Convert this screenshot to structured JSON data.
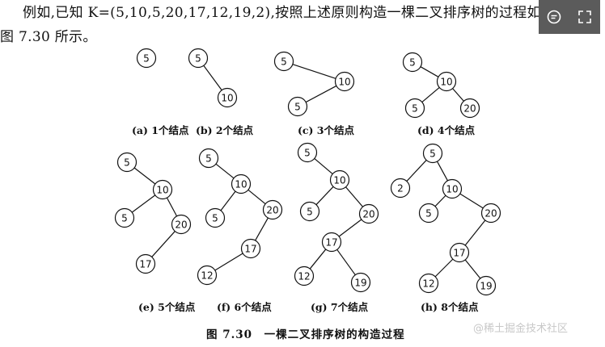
{
  "intro": {
    "line1": "例如,已知 K=(5,10,5,20,17,12,19,2),按照上述原则构造一棵二叉排序树的过程如",
    "line2": "图 7.30 所示。"
  },
  "subfigures": [
    {
      "id": "a",
      "label": "(a) 1个结点",
      "nodes": [
        {
          "v": "5"
        }
      ]
    },
    {
      "id": "b",
      "label": "(b) 2个结点",
      "nodes": [
        {
          "v": "5"
        },
        {
          "v": "10"
        }
      ]
    },
    {
      "id": "c",
      "label": "(c) 3个结点",
      "nodes": [
        {
          "v": "5"
        },
        {
          "v": "10"
        },
        {
          "v": "5"
        }
      ]
    },
    {
      "id": "d",
      "label": "(d) 4个结点",
      "nodes": [
        {
          "v": "5"
        },
        {
          "v": "10"
        },
        {
          "v": "5"
        },
        {
          "v": "20"
        }
      ]
    },
    {
      "id": "e",
      "label": "(e) 5个结点",
      "nodes": [
        {
          "v": "5"
        },
        {
          "v": "10"
        },
        {
          "v": "5"
        },
        {
          "v": "20"
        },
        {
          "v": "17"
        }
      ]
    },
    {
      "id": "f",
      "label": "(f) 6个结点",
      "nodes": [
        {
          "v": "5"
        },
        {
          "v": "10"
        },
        {
          "v": "5"
        },
        {
          "v": "20"
        },
        {
          "v": "17"
        },
        {
          "v": "12"
        }
      ]
    },
    {
      "id": "g",
      "label": "(g) 7个结点",
      "nodes": [
        {
          "v": "5"
        },
        {
          "v": "10"
        },
        {
          "v": "5"
        },
        {
          "v": "20"
        },
        {
          "v": "17"
        },
        {
          "v": "12"
        },
        {
          "v": "19"
        }
      ]
    },
    {
      "id": "h",
      "label": "(h) 8个结点",
      "nodes": [
        {
          "v": "5"
        },
        {
          "v": "2"
        },
        {
          "v": "10"
        },
        {
          "v": "5"
        },
        {
          "v": "20"
        },
        {
          "v": "17"
        },
        {
          "v": "12"
        },
        {
          "v": "19"
        }
      ]
    }
  ],
  "caption": "图 7.30　一棵二叉排序树的构造过程",
  "watermark": "@稀土掘金技术社区",
  "toolbar": {
    "comment_icon": "comment-icon",
    "fullscreen_icon": "expand-icon"
  }
}
